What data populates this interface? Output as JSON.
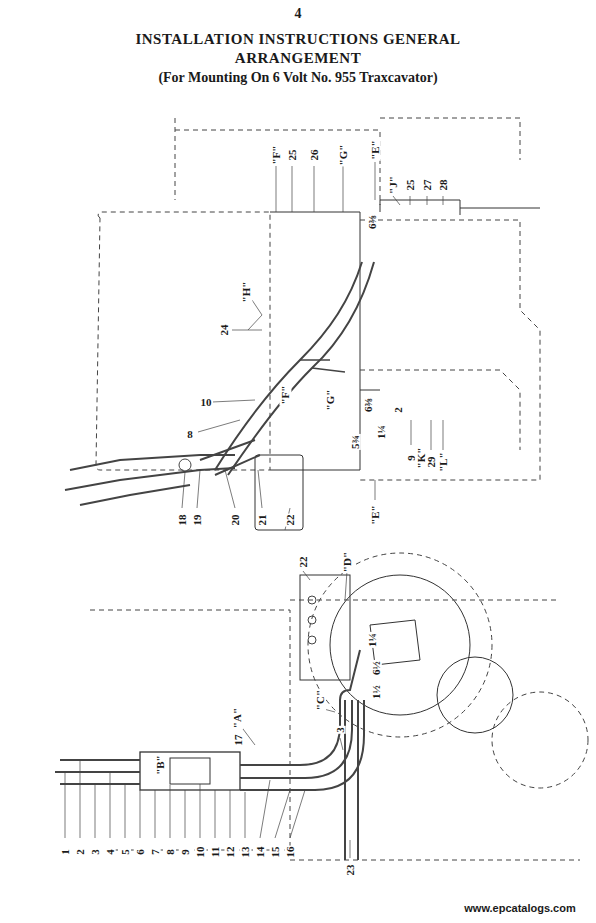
{
  "diagram": {
    "title": "INSTALLATION INSTRUCTIONS GENERAL ARRANGEMENT",
    "labels": [
      "4",
      "(For Mounting On 6 Volt No. 955 Traxcavator)",
      "\"F\"",
      "25",
      "26",
      "\"G\"",
      "\"E\"",
      "\"J\"",
      "25",
      "27",
      "28",
      "6⅜",
      "24",
      "\"H\"",
      "\"F\"",
      "\"G\"",
      "6⅜",
      "2",
      "1¼",
      "5¾",
      "9",
      "\"K\"",
      "29",
      "\"L\"",
      "\"E\"",
      "8",
      "10",
      "18",
      "19",
      "20",
      "21",
      "22",
      "22",
      "\"D\"",
      "1¼",
      "6½",
      "1½",
      "\"C\"",
      "3",
      "\"A\"",
      "17",
      "\"B\"",
      "1",
      "2",
      "3",
      "4",
      "5",
      "6",
      "7",
      "8",
      "9",
      "10",
      "11",
      "12",
      "13",
      "14",
      "15",
      "16",
      "23",
      "www.epcatalogs.com"
    ]
  }
}
